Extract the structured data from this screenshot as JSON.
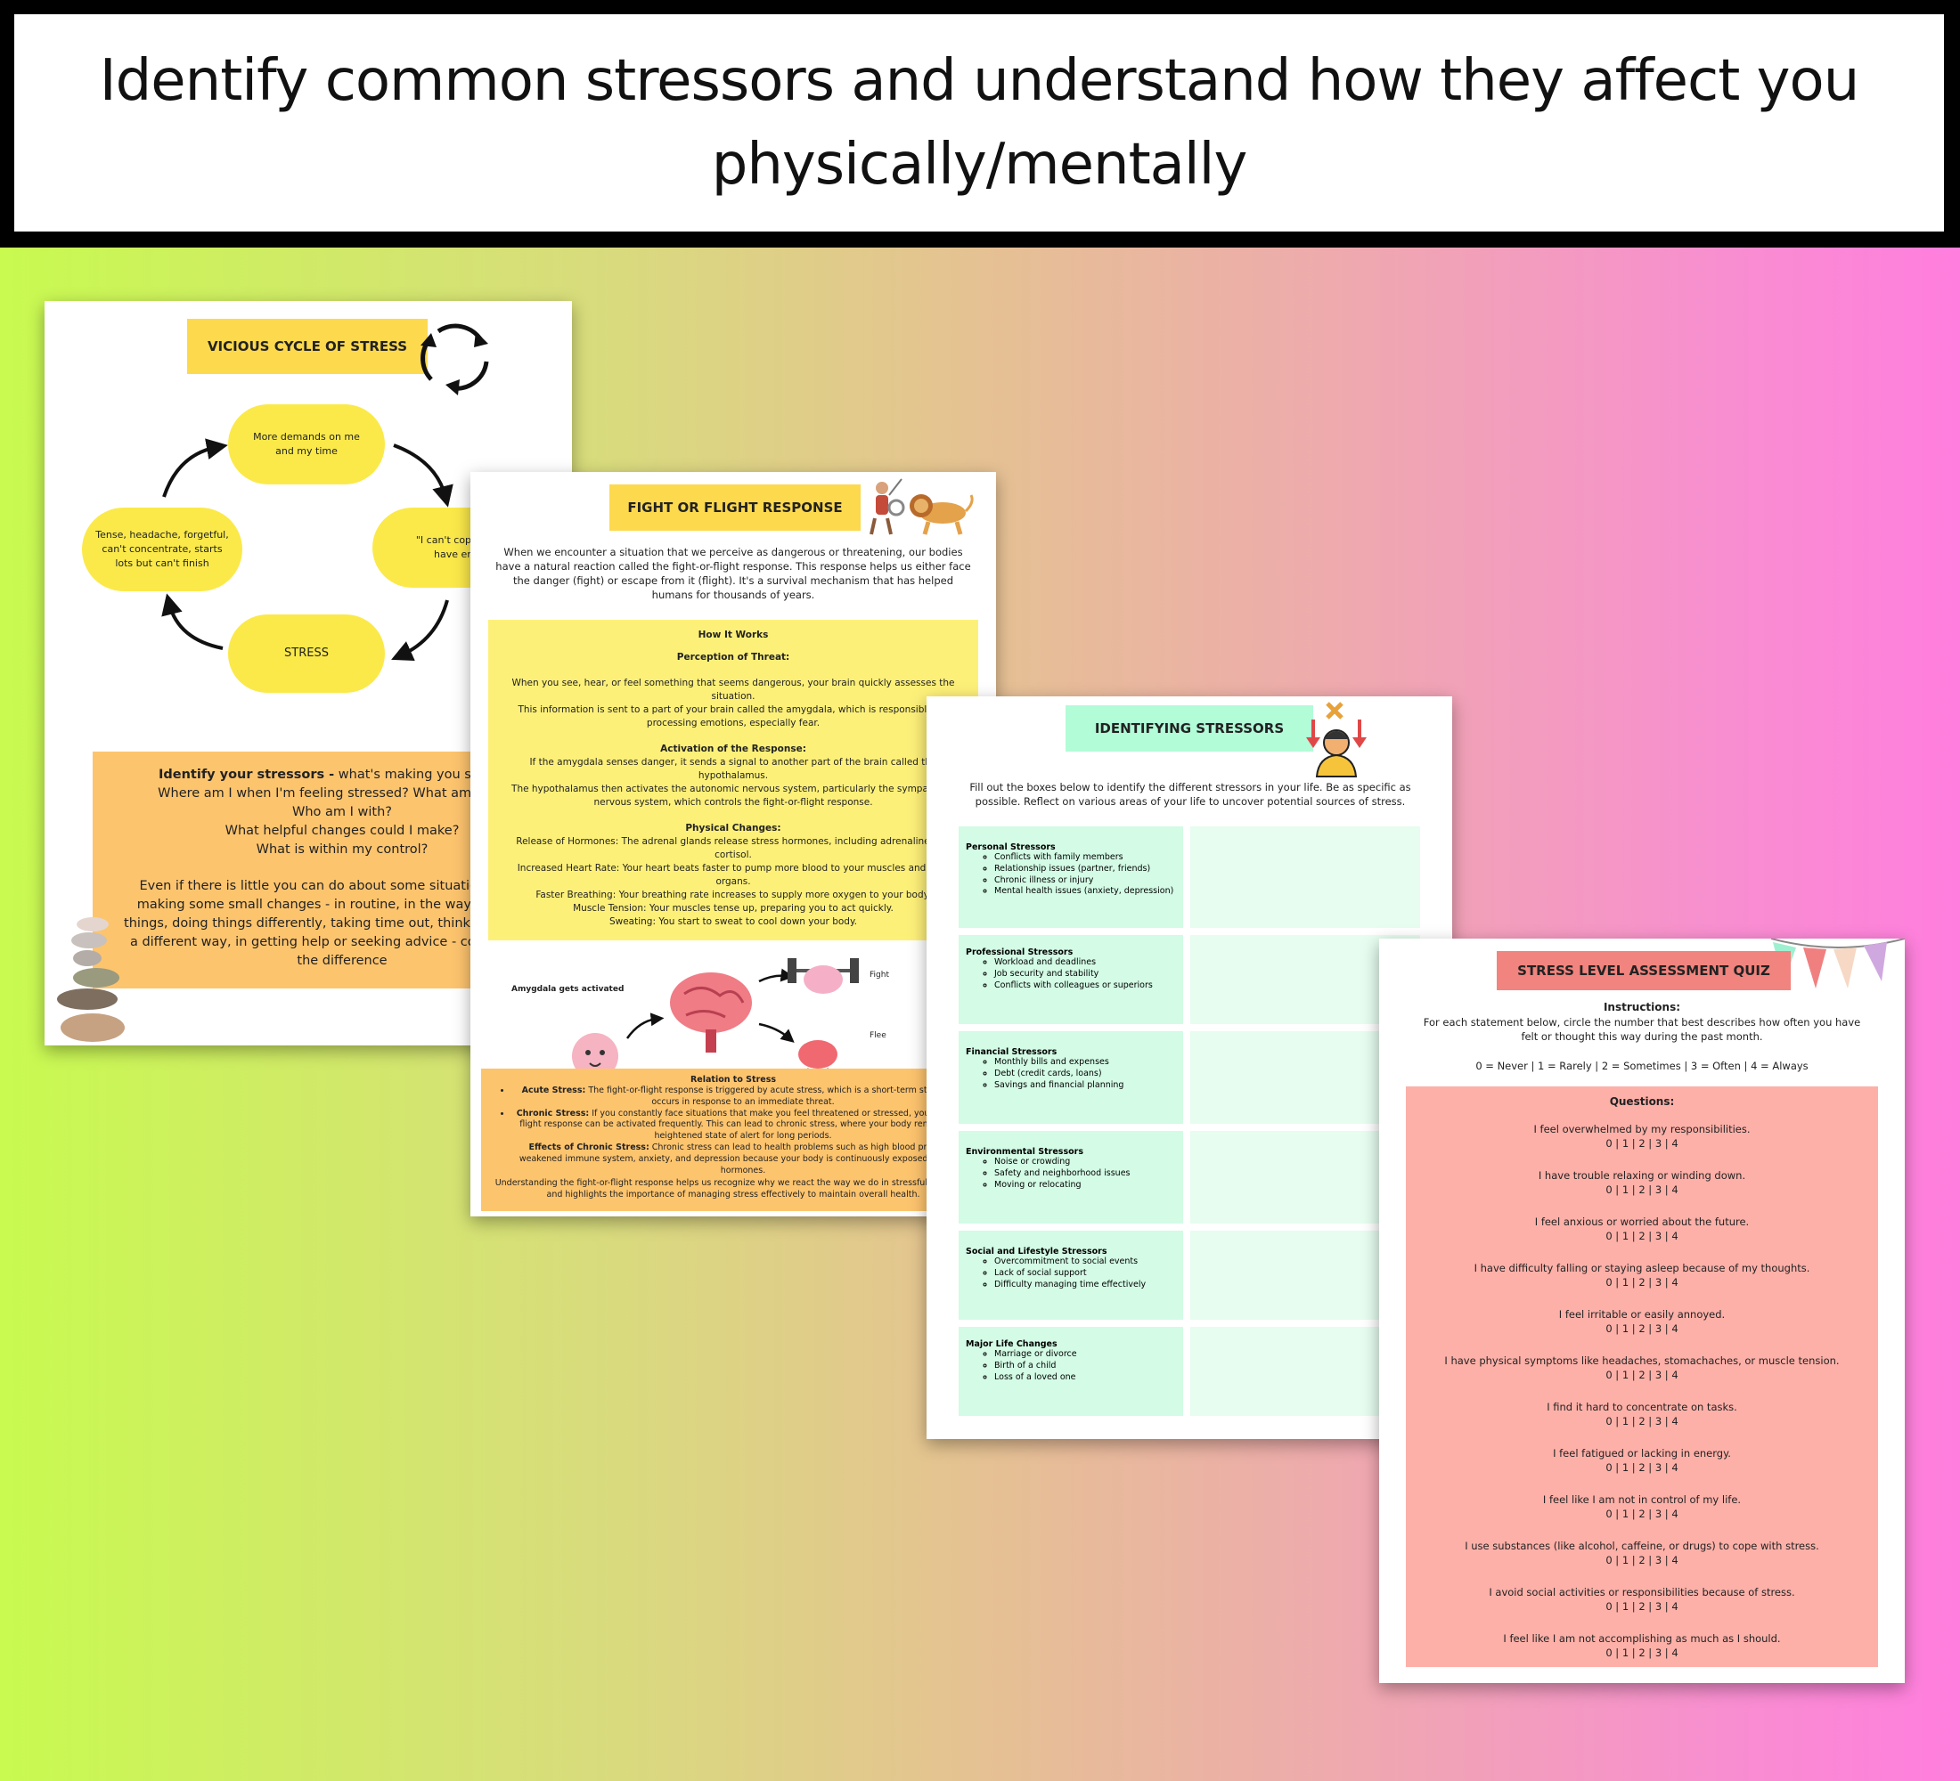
{
  "header": {
    "title": "Identify common stressors and understand how they affect you physically/mentally"
  },
  "vicious_cycle": {
    "title": "VICIOUS CYCLE OF STRESS",
    "nodes": {
      "top": "More demands on me and my time",
      "right": "\"I can't cope \"I don't have enough",
      "bottom": "STRESS",
      "left": "Tense, headache, forgetful, can't concentrate, starts lots but can't finish"
    },
    "box": {
      "lead_bold": "Identify your stressors -",
      "lead_rest": " what's making you stressed?",
      "questions": [
        "Where am I when I'm feeling stressed? What am I doing?",
        "Who am I with?",
        "What helpful changes could I make?",
        "What is within my control?"
      ],
      "paragraph": "Even if there is little you can do about some situations, maybe making some small changes - in routine, in the way you handle things, doing things differently, taking time out, thinking about it in a different way, in getting help or seeking advice - could make all the difference"
    }
  },
  "fight_flight": {
    "title": "FIGHT OR FLIGHT RESPONSE",
    "intro": "When we encounter a situation that we perceive as dangerous or threatening, our bodies have a natural reaction called the fight-or-flight response. This response helps us either face the danger (fight) or escape from it (flight). It's a survival mechanism that has helped humans for thousands of years.",
    "how_title": "How It Works",
    "perception_title": "Perception of Threat:",
    "perception_1": "When you see, hear, or feel something that seems dangerous, your brain quickly assesses the situation.",
    "perception_2": "This information is sent to a part of your brain called the amygdala, which is responsible for processing emotions, especially fear.",
    "activation_title": "Activation of the Response:",
    "activation_1": "If the amygdala senses danger, it sends a signal to another part of the brain called the hypothalamus.",
    "activation_2": "The hypothalamus then activates the autonomic nervous system, particularly the sympathetic nervous system, which controls the fight-or-flight response.",
    "physical_title": "Physical Changes:",
    "physical_1": "Release of Hormones: The adrenal glands release stress hormones, including adrenaline and cortisol.",
    "physical_2": "Increased Heart Rate: Your heart beats faster to pump more blood to your muscles and vital organs.",
    "physical_3": "Faster Breathing: Your breathing rate increases to supply more oxygen to your body.",
    "physical_4": "Muscle Tension: Your muscles tense up, preparing you to act quickly.",
    "physical_5": "Sweating: You start to sweat to cool down your body.",
    "diagram": {
      "amygdala_label": "Amygdala gets activated",
      "fight_label": "Fight",
      "flee_label": "Flee"
    },
    "relation_title": "Relation to Stress",
    "acute_bold": "Acute Stress:",
    "acute_text": " The fight-or-flight response is triggered by acute stress, which is a short-term stress that occurs in response to an immediate threat.",
    "chronic_bold": "Chronic Stress:",
    "chronic_text": " If you constantly face situations that make you feel threatened or stressed, your fight-or-flight response can be activated frequently. This can lead to chronic stress, where your body remains in a heightened state of alert for long periods.",
    "effects_bold": "Effects of Chronic Stress:",
    "effects_text": " Chronic stress can lead to health problems such as high blood pressure, weakened immune system, anxiety, and depression because your body is continuously exposed to stress hormones.",
    "closing": "Understanding the fight-or-flight response helps us recognize why we react the way we do in stressful situations and highlights the importance of managing stress effectively to maintain overall health."
  },
  "stressors": {
    "title": "IDENTIFYING STRESSORS",
    "intro": "Fill out the boxes below to identify the different stressors in your life. Be as specific as possible. Reflect on various areas of your life to uncover potential sources of stress.",
    "categories": [
      {
        "title": "Personal Stressors",
        "items": [
          "Conflicts with family members",
          "Relationship issues (partner, friends)",
          "Chronic illness or injury",
          "Mental health issues (anxiety, depression)"
        ]
      },
      {
        "title": "Professional Stressors",
        "items": [
          "Workload and deadlines",
          "Job security and stability",
          "Conflicts with colleagues or superiors"
        ]
      },
      {
        "title": "Financial Stressors",
        "items": [
          "Monthly bills and expenses",
          "Debt (credit cards, loans)",
          "Savings and financial planning"
        ]
      },
      {
        "title": "Environmental Stressors",
        "items": [
          "Noise or crowding",
          "Safety and neighborhood issues",
          "Moving or relocating"
        ]
      },
      {
        "title": "Social and Lifestyle Stressors",
        "items": [
          "Overcommitment to social events",
          "Lack of social support",
          "Difficulty managing time effectively"
        ]
      },
      {
        "title": "Major Life Changes",
        "items": [
          "Marriage or divorce",
          "Birth of a child",
          "Loss of a loved one"
        ]
      }
    ]
  },
  "quiz": {
    "title": "STRESS LEVEL ASSESSMENT QUIZ",
    "instructions_title": "Instructions:",
    "instructions": "For each statement below, circle the number that best describes how often you have felt or thought this way during the past month.",
    "scale": "0 = Never | 1 = Rarely | 2 = Sometimes | 3 = Often | 4 = Always",
    "questions_title": "Questions:",
    "options": "0 | 1 | 2 | 3 | 4",
    "questions": [
      "I feel overwhelmed by my responsibilities.",
      "I have trouble relaxing or winding down.",
      "I feel anxious or worried about the future.",
      "I have difficulty falling or staying asleep because of my thoughts.",
      "I feel irritable or easily annoyed.",
      "I have physical symptoms like headaches, stomachaches, or muscle tension.",
      "I find it hard to concentrate on tasks.",
      "I feel fatigued or lacking in energy.",
      "I feel like I am not in control of my life.",
      "I use substances (like alcohol, caffeine, or drugs) to cope with stress.",
      "I avoid social activities or responsibilities because of stress.",
      "I feel like I am not accomplishing as much as I should."
    ]
  },
  "colors": {
    "yellow": "#fbe94a",
    "sticker_yellow": "#fdd94e",
    "orange": "#fdc46e",
    "mint": "#d3fbe5",
    "pink": "#fdb0a8",
    "coral": "#f1847e"
  }
}
